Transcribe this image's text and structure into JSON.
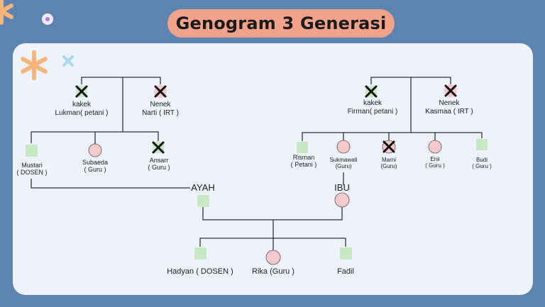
{
  "title": "Genogram 3 Generasi",
  "colors": {
    "background": "#5b84b1",
    "card": "#eef3fb",
    "title_pill": "#f2a28a",
    "male": "#c9e8c6",
    "female": "#f6c9cc",
    "line": "#333333"
  },
  "people": {
    "kakek_lukman": {
      "line1": "kakek",
      "line2": "Lukman( petani )",
      "sex": "male",
      "deceased": true
    },
    "nenek_narti": {
      "line1": "Nenek",
      "line2": "Narti ( IRT )",
      "sex": "female",
      "deceased": true
    },
    "mustari": {
      "line1": "Mustari",
      "line2": "( DOSEN )",
      "sex": "male",
      "deceased": false
    },
    "subaeda": {
      "line1": "Subaeda",
      "line2": "( Guru )",
      "sex": "female",
      "deceased": false
    },
    "ansarr": {
      "line1": "Ansarr",
      "line2": "( Guru )",
      "sex": "male",
      "deceased": true
    },
    "kakek_firman": {
      "line1": "kakek",
      "line2": "Firman( petani )",
      "sex": "male",
      "deceased": true
    },
    "nenek_kasmaa": {
      "line1": "Nenek",
      "line2": "Kasmaa ( IRT )",
      "sex": "female",
      "deceased": true
    },
    "risman": {
      "line1": "Risman",
      "line2": "( Petani )",
      "sex": "male",
      "deceased": false
    },
    "sukmawati": {
      "line1": "Sukmawati",
      "line2": "(Guru)",
      "sex": "female",
      "deceased": false
    },
    "marni": {
      "line1": "Marni",
      "line2": "(Guru)",
      "sex": "female",
      "deceased": true
    },
    "enii": {
      "line1": "Enii",
      "line2": "( Guru )",
      "sex": "female",
      "deceased": false
    },
    "budi": {
      "line1": "Budi",
      "line2": "( Guru )",
      "sex": "male",
      "deceased": false
    },
    "ayah": {
      "line1": "AYAH",
      "sex": "male",
      "deceased": false
    },
    "ibu": {
      "line1": "IBU",
      "sex": "female",
      "deceased": false
    },
    "hadyan": {
      "line1": "Hadyan ( DOSEN )",
      "sex": "male",
      "deceased": false
    },
    "rika": {
      "line1": "Rika (Guru )",
      "sex": "female",
      "deceased": false
    },
    "fadil": {
      "line1": "Fadil",
      "sex": "male",
      "deceased": false
    }
  }
}
